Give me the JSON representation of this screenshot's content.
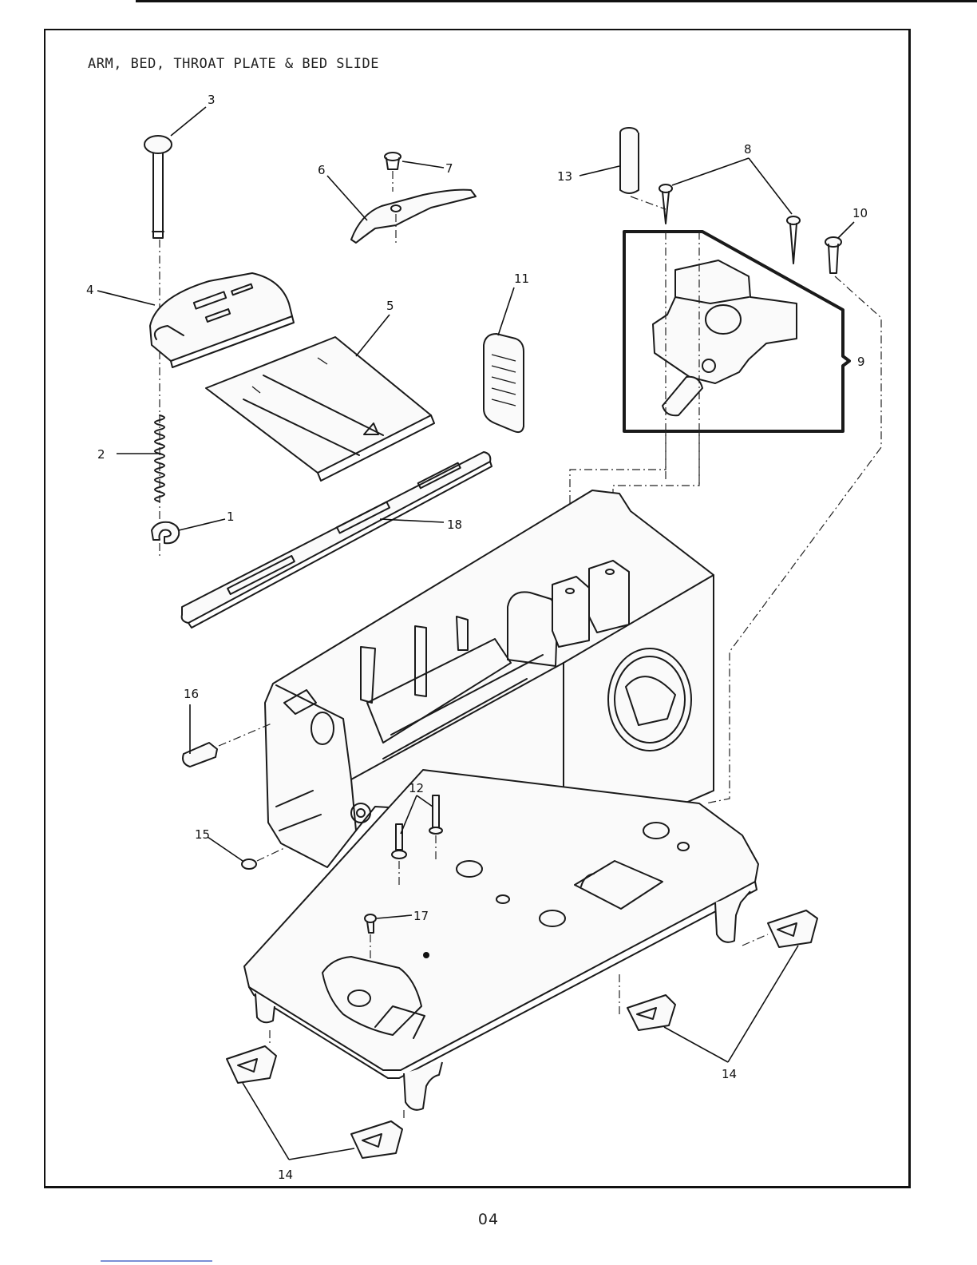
{
  "title": "ARM, BED, THROAT PLATE & BED SLIDE",
  "page_number": "04",
  "callouts": {
    "c1": "1",
    "c2": "2",
    "c3": "3",
    "c4": "4",
    "c5": "5",
    "c6": "6",
    "c7": "7",
    "c8": "8",
    "c9": "9",
    "c10": "10",
    "c11": "11",
    "c12": "12",
    "c13": "13",
    "c14a": "14",
    "c14b": "14",
    "c15": "15",
    "c16": "16",
    "c17": "17",
    "c18": "18"
  }
}
